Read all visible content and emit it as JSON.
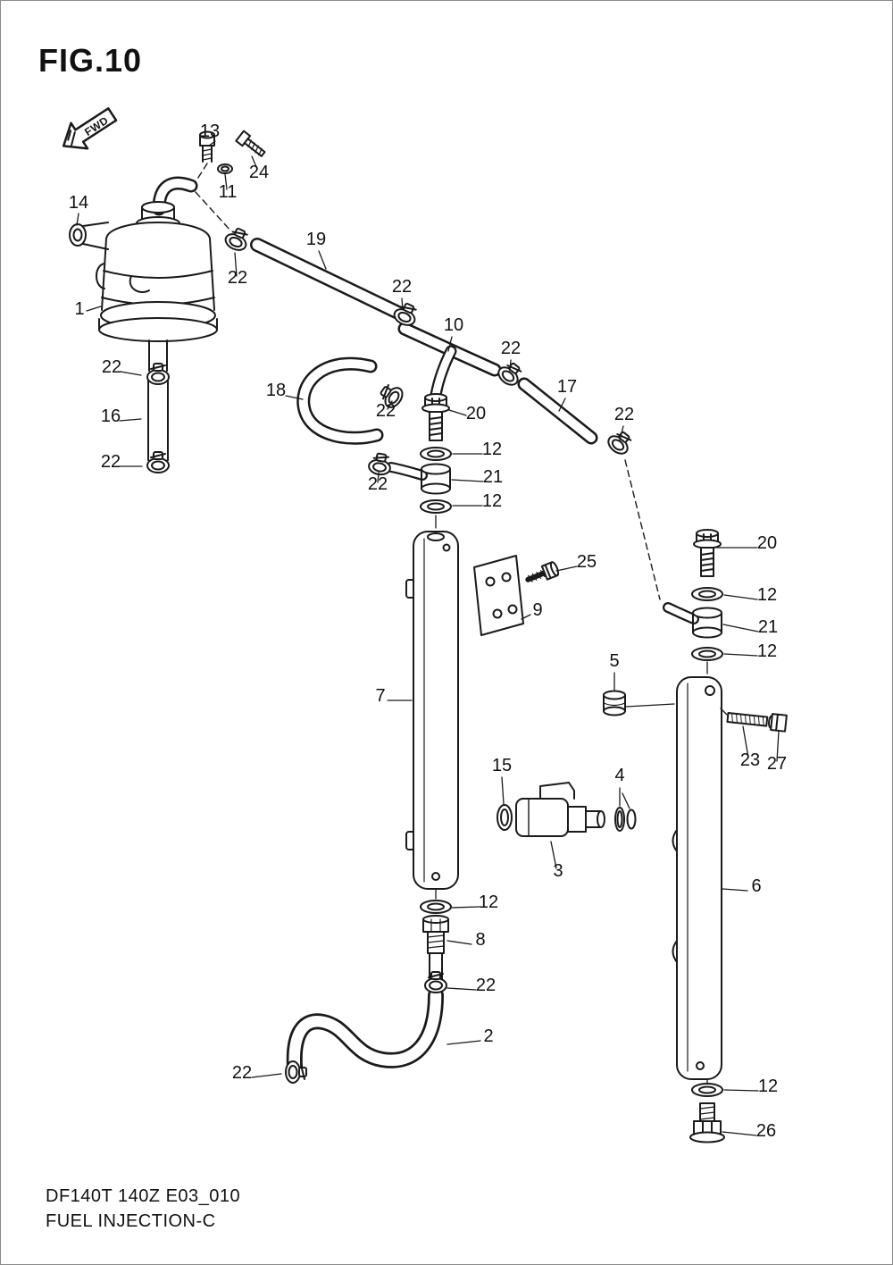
{
  "title": "FIG.10",
  "fwd": "FWD",
  "footer": {
    "code": "DF140T 140Z E03_010",
    "name": "FUEL INJECTION-C"
  },
  "colors": {
    "line": "#1a1a1a",
    "background": "#ffffff"
  },
  "callouts": [
    {
      "label": "13"
    },
    {
      "label": "24"
    },
    {
      "label": "11"
    },
    {
      "label": "14"
    },
    {
      "label": "1"
    },
    {
      "label": "22"
    },
    {
      "label": "19"
    },
    {
      "label": "22"
    },
    {
      "label": "10"
    },
    {
      "label": "22"
    },
    {
      "label": "18"
    },
    {
      "label": "22"
    },
    {
      "label": "20"
    },
    {
      "label": "17"
    },
    {
      "label": "22"
    },
    {
      "label": "22"
    },
    {
      "label": "16"
    },
    {
      "label": "22"
    },
    {
      "label": "12"
    },
    {
      "label": "21"
    },
    {
      "label": "12"
    },
    {
      "label": "22"
    },
    {
      "label": "20"
    },
    {
      "label": "12"
    },
    {
      "label": "21"
    },
    {
      "label": "12"
    },
    {
      "label": "25"
    },
    {
      "label": "9"
    },
    {
      "label": "7"
    },
    {
      "label": "5"
    },
    {
      "label": "23"
    },
    {
      "label": "27"
    },
    {
      "label": "15"
    },
    {
      "label": "4"
    },
    {
      "label": "3"
    },
    {
      "label": "6"
    },
    {
      "label": "12"
    },
    {
      "label": "8"
    },
    {
      "label": "22"
    },
    {
      "label": "2"
    },
    {
      "label": "22"
    },
    {
      "label": "12"
    },
    {
      "label": "26"
    }
  ]
}
